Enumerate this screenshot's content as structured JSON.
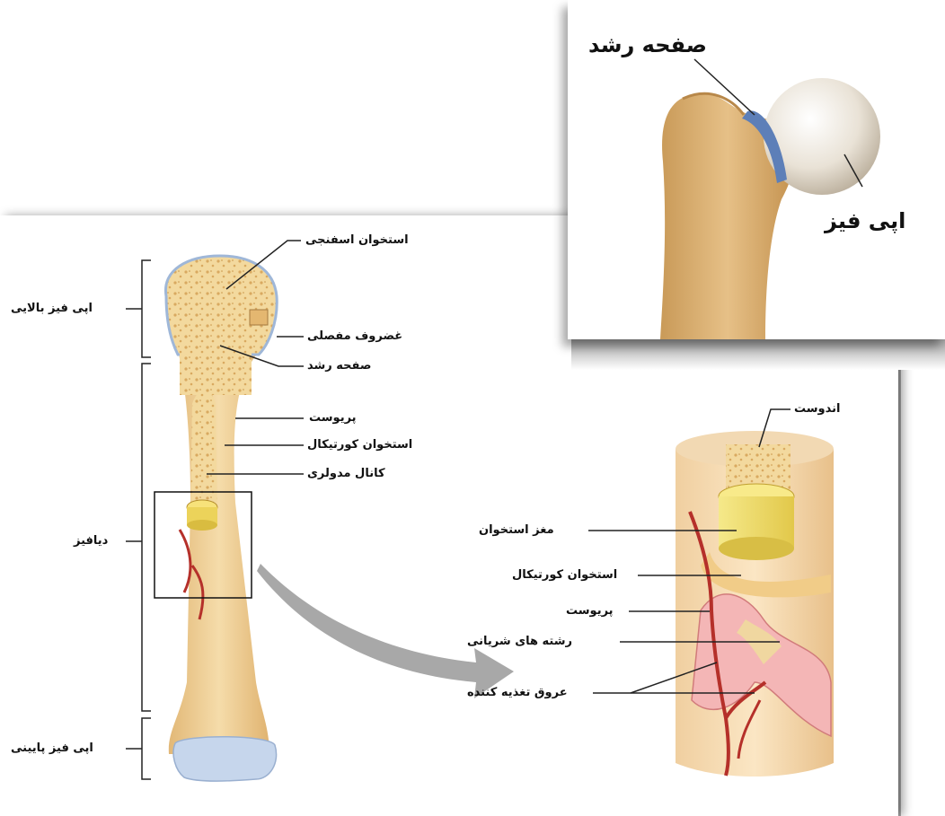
{
  "inset": {
    "labels": {
      "growth_plate": "صفحه رشد",
      "epiphysis": "اپی فیز"
    }
  },
  "bone_diagram": {
    "left_labels": {
      "upper_epiphysis": "اپی فیز بالایی",
      "diaphysis": "دیافیز",
      "lower_epiphysis": "اپی فیز پایینی"
    },
    "right_labels": {
      "spongy_bone": "استخوان اسفنجی",
      "articular_cartilage": "غضروف مفصلی",
      "growth_plate": "صفحه رشد",
      "periosteum": "پریوست",
      "cortical_bone": "استخوان کورتیکال",
      "medullary_canal": "کانال مدولری"
    }
  },
  "detail_diagram": {
    "labels": {
      "endosteum": "اندوست",
      "bone_marrow": "مغز استخوان",
      "cortical_bone": "استخوان کورتیکال",
      "periosteum": "پریوست",
      "arterial_branches": "رشته های شریانی",
      "nutrient_vessels": "عروق تغذیه کننده"
    }
  },
  "colors": {
    "bone": "#eecb8e",
    "bone_dark": "#d8ac6a",
    "spongy": "#f3d99e",
    "cartilage": "#b9cce6",
    "vessel": "#b5302a",
    "marrow": "#f0dc60",
    "arrow": "#a8a8a8"
  }
}
